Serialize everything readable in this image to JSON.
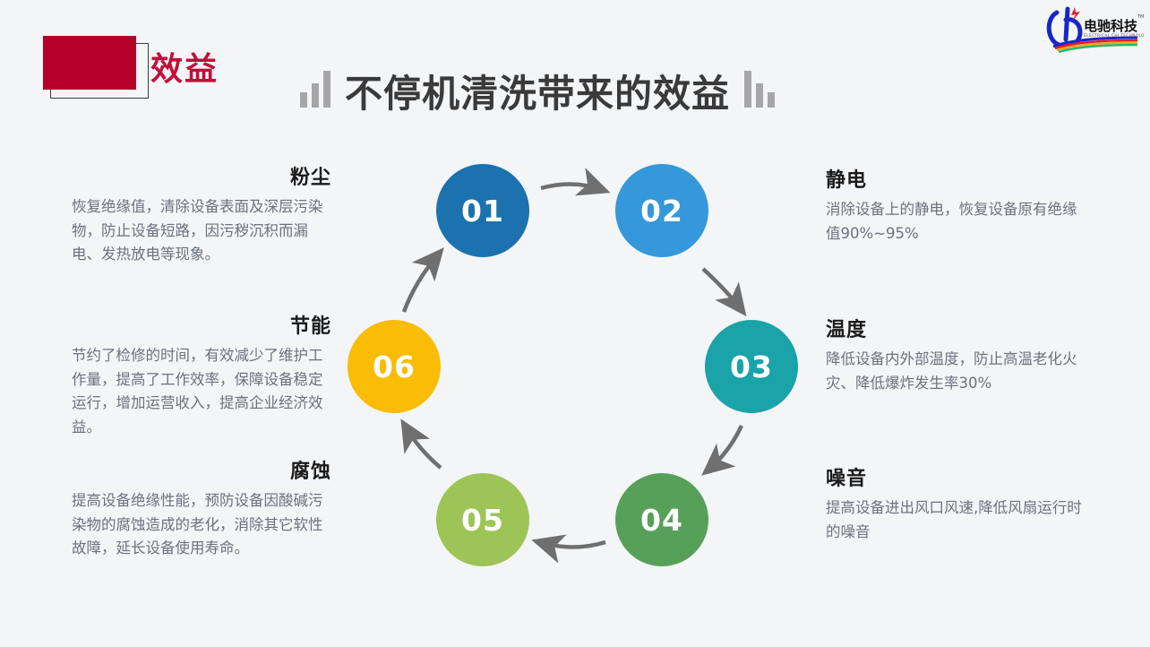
{
  "header": {
    "section_label": "效益",
    "main_title": "不停机清洗带来的效益",
    "logo": {
      "name_cn": "电驰科技",
      "name_en": "ELECTRICAL CHI TECHNOLOGY",
      "trademark": "TM"
    }
  },
  "colors": {
    "background": "#f4f5f7",
    "badge_red": "#b5002b",
    "section_label_red": "#c0103a",
    "title_gray": "#3a3a3a",
    "bar_gray": "#a6a6a6",
    "arrow_gray": "#6f6f6f",
    "body_text": "#6c727c"
  },
  "diagram": {
    "nodes": [
      {
        "number": "01",
        "color": "#1b72ae"
      },
      {
        "number": "02",
        "color": "#3498db"
      },
      {
        "number": "03",
        "color": "#1aa3a8"
      },
      {
        "number": "04",
        "color": "#57a05a"
      },
      {
        "number": "05",
        "color": "#9dc457"
      },
      {
        "number": "06",
        "color": "#fbbc05"
      }
    ]
  },
  "blocks": {
    "dust": {
      "title": "粉尘",
      "desc": "恢复绝缘值，清除设备表面及深层污染物，防止设备短路，因污秽沉积而漏电、发热放电等现象。"
    },
    "energy": {
      "title": "节能",
      "desc": "节约了检修的时间，有效减少了维护工作量，提高了工作效率，保障设备稳定运行，增加运营收入，提高企业经济效益。"
    },
    "corrosion": {
      "title": "腐蚀",
      "desc": "提高设备绝缘性能，预防设备因酸碱污染物的腐蚀造成的老化，消除其它软性故障，延长设备使用寿命。"
    },
    "static": {
      "title": "静电",
      "desc": "消除设备上的静电，恢复设备原有绝缘值90%~95%"
    },
    "temperature": {
      "title": "温度",
      "desc": "降低设备内外部温度，防止高温老化火灾、降低爆炸发生率30%"
    },
    "noise": {
      "title": "噪音",
      "desc": "提高设备进出风口风速,降低风扇运行时的噪音"
    }
  }
}
